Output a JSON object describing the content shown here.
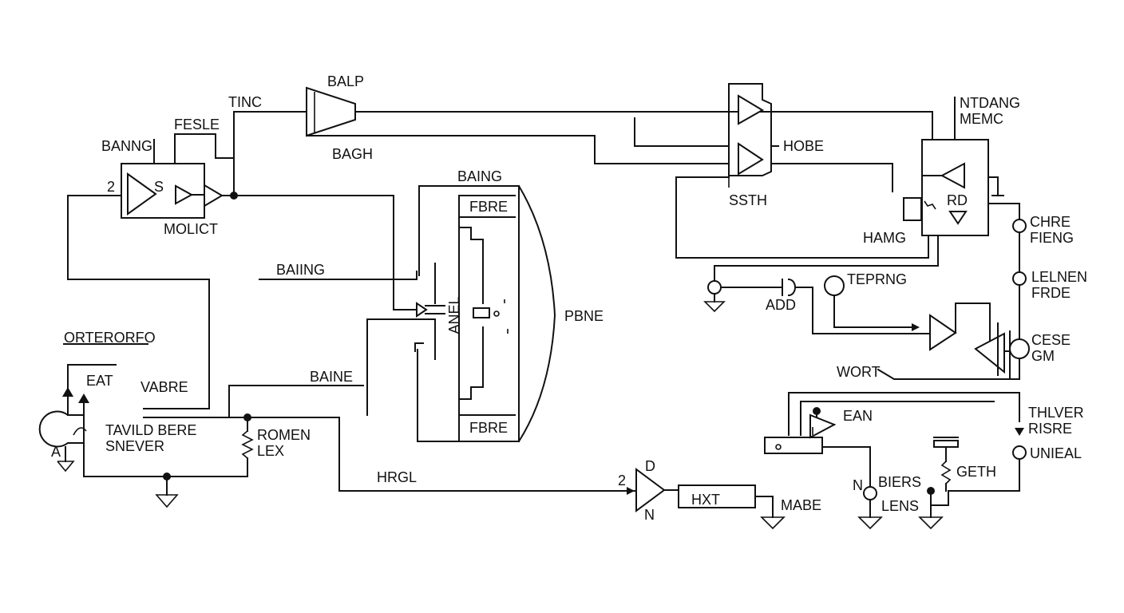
{
  "labels": {
    "balp": "BALP",
    "tinc": "TINC",
    "fesle": "FESLE",
    "banng": "BANNG",
    "bagh": "BAGH",
    "two_left": "2",
    "s": "S",
    "molict": "MOLICT",
    "baing_top": "BAING",
    "fbre_top": "FBRE",
    "baiing": "BAIING",
    "anel": "ANEL",
    "pbne": "PBNE",
    "fbre_bottom": "FBRE",
    "baine": "BAINE",
    "orterorfo": "ORTERORFO",
    "eat": "EAT",
    "vabre": "VABRE",
    "tavild_bere": "TAVILD BERE",
    "snever": "SNEVER",
    "a": "A",
    "romen": "ROMEN",
    "lex": "LEX",
    "hrgl": "HRGL",
    "two_amp": "2",
    "d": "D",
    "n_amp": "N",
    "hxt": "HXT",
    "mabe": "MABE",
    "hobe": "HOBE",
    "ssth": "SSTH",
    "ntdang": "NTDANG",
    "memc": "MEMC",
    "rd": "RD",
    "hamg": "HAMG",
    "chre": "CHRE",
    "fieng": "FIENG",
    "add": "ADD",
    "teprng": "TEPRNG",
    "lelnen": "LELNEN",
    "frde": "FRDE",
    "cese": "CESE",
    "gm": "GM",
    "wort": "WORT",
    "ean": "EAN",
    "thlver": "THLVER",
    "risre": "RISRE",
    "unieal": "UNIEAL",
    "geth": "GETH",
    "n_biers": "N",
    "biers": "BIERS",
    "lens": "LENS"
  }
}
